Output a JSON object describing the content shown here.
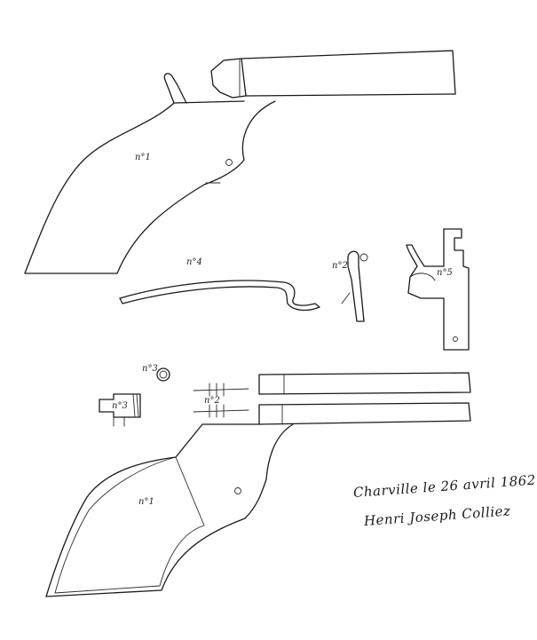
{
  "labels": {
    "frame_top": "n°1",
    "spring": "n°4",
    "trigger": "n°2",
    "hammer": "n°5",
    "screw": "n°3",
    "cylinder": "n°3",
    "small_part": "n°2",
    "frame_bottom": "n°1"
  },
  "caption": {
    "line1": "Charville le 26 avril 1862",
    "line2": "Henri Joseph Colliez"
  }
}
